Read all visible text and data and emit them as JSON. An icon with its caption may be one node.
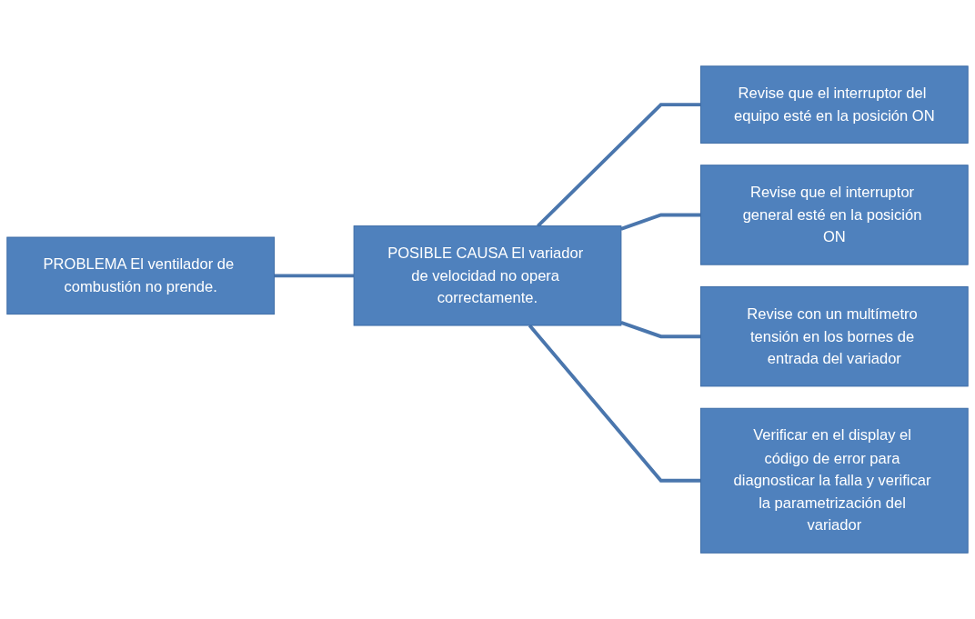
{
  "diagram": {
    "nodes": [
      {
        "text": [
          "PROBLEMA El ventilador de combustión no prende."
        ]
      },
      {
        "text": [
          "POSIBLE CAUSA El variador de velocidad no opera correctamente."
        ]
      },
      {
        "text": [
          "Revise que el interruptor del equipo esté en la posición ON"
        ]
      },
      {
        "text": [
          "Revise que el interruptor general esté en la posición ON"
        ]
      },
      {
        "text": [
          "Revise con un multímetro tensión en los bornes de entrada del variador"
        ]
      },
      {
        "text": [
          "Verificar en el display el código de error para diagnosticar la falla y verificar la parametrización del variador"
        ]
      }
    ],
    "edges": [
      {
        "from": 0,
        "to": 1,
        "arrow": "none"
      },
      {
        "from": 1,
        "to": 2,
        "arrow": "none"
      },
      {
        "from": 1,
        "to": 3,
        "arrow": "none"
      },
      {
        "from": 1,
        "to": 4,
        "arrow": "none"
      },
      {
        "from": 1,
        "to": 5,
        "arrow": "none"
      }
    ]
  }
}
